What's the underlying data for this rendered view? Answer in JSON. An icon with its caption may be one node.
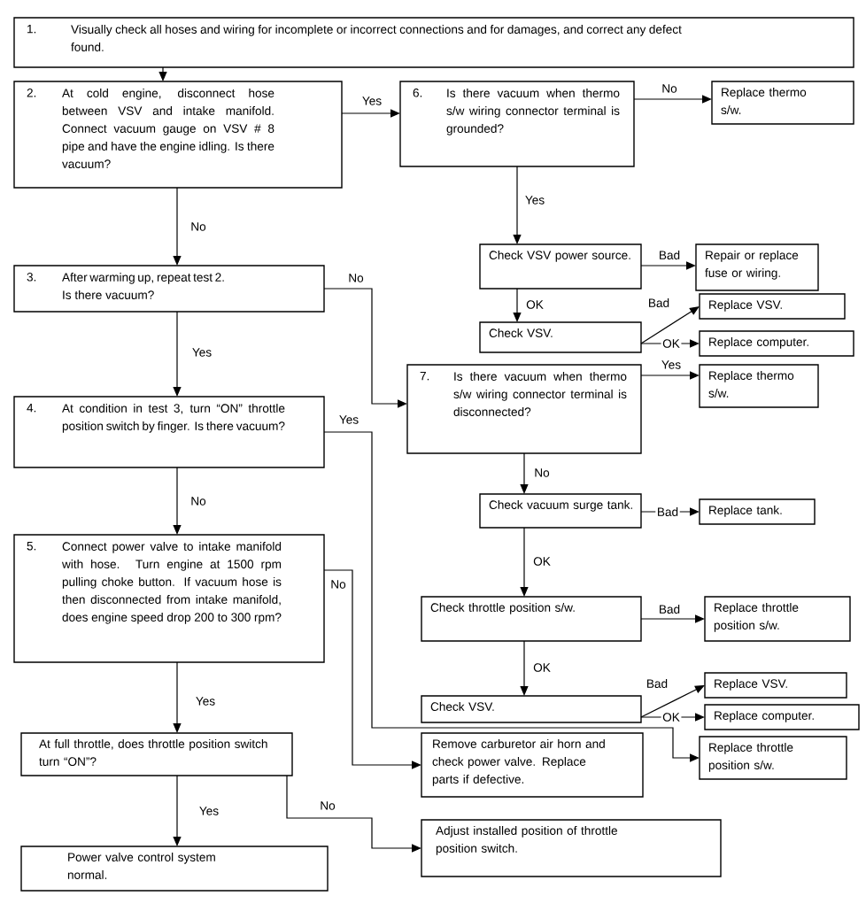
{
  "diagram": {
    "nodes": [
      {
        "text": [
          "1.",
          "Visually check all hoses and wiring for incomplete or incorrect connections and for damages, and correct any defect found."
        ]
      },
      {
        "text": [
          "2.",
          "At cold engine, disconnect hose between VSV and intake manifold. Connect vacuum gauge on VSV # 8 pipe and have the engine idling. Is there vacuum?"
        ]
      },
      {
        "text": [
          "6.",
          "Is there vacuum when thermo s/w wiring connector terminal is grounded?"
        ]
      },
      {
        "text": [
          "Replace thermo s/w."
        ]
      },
      {
        "text": [
          "Check VSV power source."
        ]
      },
      {
        "text": [
          "Repair or replace fuse or wiring."
        ]
      },
      {
        "text": [
          "Check VSV."
        ]
      },
      {
        "text": [
          "Replace VSV."
        ]
      },
      {
        "text": [
          "Replace computer."
        ]
      },
      {
        "text": [
          "3.",
          "After warming up, repeat test 2. Is there vacuum?"
        ]
      },
      {
        "text": [
          "7.",
          "Is there vacuum when thermo s/w wiring connector terminal is disconnected?"
        ]
      },
      {
        "text": [
          "Replace thermo s/w."
        ]
      },
      {
        "text": [
          "4.",
          "At condition in test 3, turn “ON” throttle position switch by finger. Is there vacuum?"
        ]
      },
      {
        "text": [
          "Check vacuum surge tank."
        ]
      },
      {
        "text": [
          "Replace tank."
        ]
      },
      {
        "text": [
          "5.",
          "Connect power valve to intake manifold with hose. Turn engine at 1500 rpm pulling choke button. If vacuum hose is then disconnected from intake manifold, does engine speed drop 200 to 300 rpm?"
        ]
      },
      {
        "text": [
          "Check throttle position s/w."
        ]
      },
      {
        "text": [
          "Replace throttle position s/w."
        ]
      },
      {
        "text": [
          "Check VSV."
        ]
      },
      {
        "text": [
          "Replace VSV."
        ]
      },
      {
        "text": [
          "Replace computer."
        ]
      },
      {
        "text": [
          "At full throttle, does throttle position switch turn “ON”?"
        ]
      },
      {
        "text": [
          "Remove carburetor air horn and check power valve. Replace parts if defective."
        ]
      },
      {
        "text": [
          "Replace throttle position s/w."
        ]
      },
      {
        "text": [
          "Adjust installed position of throttle position switch."
        ]
      },
      {
        "text": [
          "Power valve control system normal."
        ]
      }
    ],
    "edges": [
      {
        "from": 0,
        "to": 1,
        "arrow": "to"
      },
      {
        "from": 1,
        "to": 2,
        "arrow": "to",
        "label": "Yes"
      },
      {
        "from": 2,
        "to": 3,
        "arrow": "to",
        "label": "No"
      },
      {
        "from": 2,
        "to": 4,
        "arrow": "to",
        "label": "Yes"
      },
      {
        "from": 4,
        "to": 5,
        "arrow": "to",
        "label": "Bad"
      },
      {
        "from": 4,
        "to": 6,
        "arrow": "to",
        "label": "OK"
      },
      {
        "from": 6,
        "to": 7,
        "arrow": "to",
        "label": "Bad"
      },
      {
        "from": 6,
        "to": 8,
        "arrow": "to",
        "label": "OK"
      },
      {
        "from": 1,
        "to": 9,
        "arrow": "to",
        "label": "No"
      },
      {
        "from": 9,
        "to": 10,
        "arrow": "to",
        "label": "No"
      },
      {
        "from": 9,
        "to": 12,
        "arrow": "to",
        "label": "Yes"
      },
      {
        "from": 10,
        "to": 11,
        "arrow": "to",
        "label": "Yes"
      },
      {
        "from": 10,
        "to": 13,
        "arrow": "to",
        "label": "No"
      },
      {
        "from": 13,
        "to": 14,
        "arrow": "to",
        "label": "Bad"
      },
      {
        "from": 13,
        "to": 16,
        "arrow": "to",
        "label": "OK"
      },
      {
        "from": 12,
        "to": 23,
        "arrow": "to",
        "label": "Yes"
      },
      {
        "from": 12,
        "to": 15,
        "arrow": "to",
        "label": "No"
      },
      {
        "from": 16,
        "to": 17,
        "arrow": "to",
        "label": "Bad"
      },
      {
        "from": 16,
        "to": 18,
        "arrow": "to",
        "label": "OK"
      },
      {
        "from": 18,
        "to": 19,
        "arrow": "to",
        "label": "Bad"
      },
      {
        "from": 18,
        "to": 20,
        "arrow": "to",
        "label": "OK"
      },
      {
        "from": 15,
        "to": 22,
        "arrow": "to",
        "label": "No"
      },
      {
        "from": 15,
        "to": 21,
        "arrow": "to",
        "label": "Yes"
      },
      {
        "from": 21,
        "to": 25,
        "arrow": "to",
        "label": "Yes"
      },
      {
        "from": 21,
        "to": 24,
        "arrow": "to",
        "label": "No"
      }
    ]
  }
}
